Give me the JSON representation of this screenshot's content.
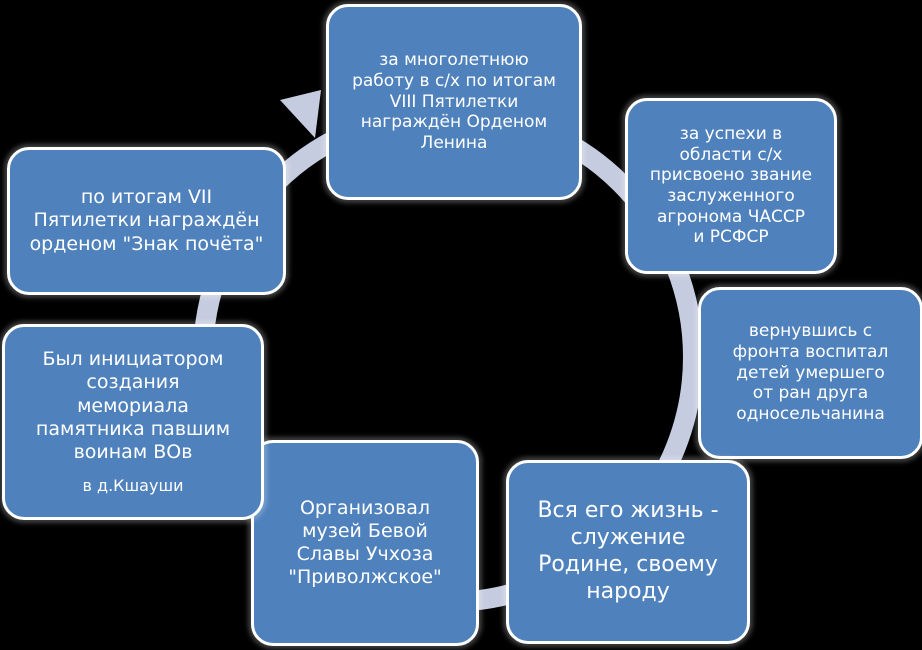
{
  "colors": {
    "node_fill": "#4f81bd",
    "node_border": "#ffffff",
    "cycle_ring": "#c6cce0",
    "background": "#000000"
  },
  "nodes": [
    {
      "id": "n1",
      "text": "за многолетнюю\nработу в с/х по итогам\nVIII Пятилетки\nнаграждён Орденом\nЛенина"
    },
    {
      "id": "n2",
      "text": "за успехи в\nобласти с/х\nприсвоено звание\nзаслуженного\nагронома ЧАССР\nи РСФСР"
    },
    {
      "id": "n3",
      "text": "вернувшись с\nфронта воспитал\nдетей умершего\nот ран друга\nодносельчанина"
    },
    {
      "id": "n4",
      "text": "Вся его жизнь -\nслужение\nРодине, своему\nнароду"
    },
    {
      "id": "n5",
      "text": "Организовал\nмузей Бевой\nСлавы  Учхоза\n\"Приволжское\""
    },
    {
      "id": "n6",
      "text": "Был инициатором\nсоздания\nмемориала\nпамятника павшим\nвоинам  ВОв",
      "subtext": "в д.Кшауши"
    },
    {
      "id": "n7",
      "text": "по итогам VII\nПятилетки награждён\nорденом \"Знак почёта\""
    }
  ]
}
